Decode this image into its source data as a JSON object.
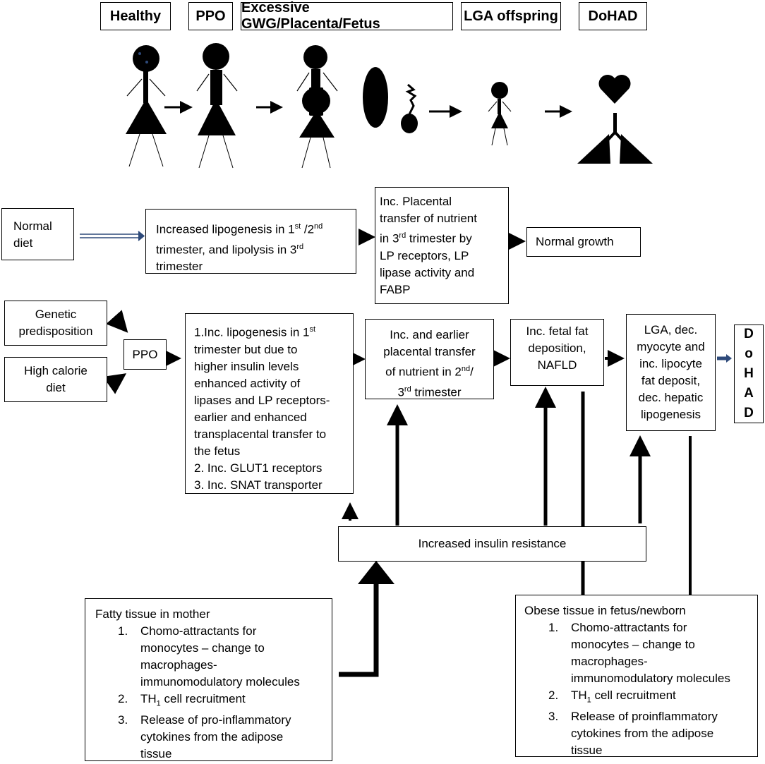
{
  "headers": {
    "healthy": "Healthy",
    "ppo": "PPO",
    "gwg": "Excessive GWG/Placenta/Fetus",
    "lga": "LGA offspring",
    "dohad": "DoHAD"
  },
  "row_normal": {
    "diet": [
      "Normal",
      "diet"
    ],
    "lipogenesis": {
      "l1": "Increased lipogenesis in 1",
      "sup1": "st",
      "mid": " /2",
      "sup2": "nd",
      "l2": "trimester, and lipolysis in 3",
      "sup3": "rd",
      "l3": "trimester"
    },
    "placental": {
      "l1": "Inc. Placental",
      "l2": "transfer of nutrient",
      "l3a": "in 3",
      "sup": "rd",
      "l3b": " trimester by",
      "l4": "LP receptors, LP",
      "l5": "lipase activity and",
      "l6": "FABP"
    },
    "growth": "Normal growth"
  },
  "row_ppo": {
    "genetic": [
      "Genetic",
      "predisposition"
    ],
    "calorie": [
      "High calorie",
      "diet"
    ],
    "ppo": "PPO",
    "mechanisms": {
      "l1a": "1.Inc. lipogenesis in 1",
      "sup": "st",
      "l2": "trimester but due to",
      "l3": "higher insulin levels",
      "l4": "enhanced activity of",
      "l5": "lipases and LP receptors-",
      "l6": "earlier and enhanced",
      "l7": "transplacental transfer to",
      "l8": "the fetus",
      "l9": "2. Inc. GLUT1 receptors",
      "l10": "3. Inc. SNAT transporter"
    },
    "earlier": {
      "l1": "Inc. and earlier",
      "l2": "placental transfer",
      "l3a": "of nutrient in 2",
      "sup1": "nd",
      "l3b": "/",
      "l4a": "3",
      "sup2": "rd",
      "l4b": " trimester"
    },
    "fetal_fat": [
      "Inc. fetal fat",
      "deposition,",
      "NAFLD"
    ],
    "lga": [
      "LGA, dec.",
      "myocyte and",
      "inc. lipocyte",
      "fat deposit,",
      "dec. hepatic",
      "lipogenesis"
    ],
    "dohad_letters": [
      "D",
      "o",
      "H",
      "A",
      "D"
    ]
  },
  "insulin": "Increased insulin resistance",
  "mother": {
    "title": "Fatty tissue in mother",
    "items": [
      {
        "n": "1.",
        "lines": [
          "Chomo-attractants for",
          "monocytes – change to",
          "macrophages-",
          "immunomodulatory molecules"
        ]
      },
      {
        "n": "2.",
        "pre": "TH",
        "sub": "1",
        "post": " cell recruitment"
      },
      {
        "n": "3.",
        "lines": [
          "Release of pro-inflammatory",
          "cytokines from the adipose",
          "tissue"
        ]
      }
    ]
  },
  "fetus": {
    "title": "Obese tissue in fetus/newborn",
    "items": [
      {
        "n": "1.",
        "lines": [
          "Chomo-attractants for",
          "monocytes – change to",
          "macrophages-",
          "immunomodulatory molecules"
        ]
      },
      {
        "n": "2.",
        "pre": "TH",
        "sub": "1",
        "post": " cell recruitment"
      },
      {
        "n": "3.",
        "lines": [
          "Release of proinflammatory",
          "cytokines from the adipose",
          "tissue"
        ]
      }
    ]
  },
  "colors": {
    "line": "#000000",
    "accent_arrow": "#2e4a7a",
    "bg": "#ffffff"
  }
}
